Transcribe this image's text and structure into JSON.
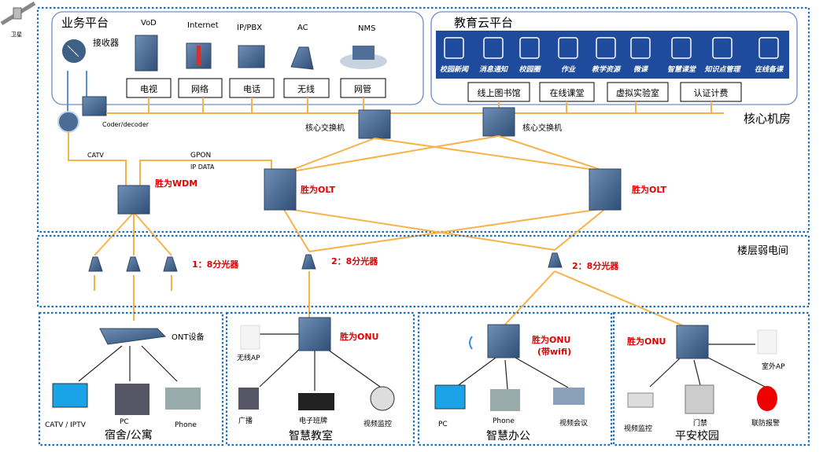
{
  "satellite_label": "卫星",
  "core_room": {
    "label": "核心机房",
    "business_platform": {
      "title": "业务平台",
      "receiver": "接收器",
      "coder": "Coder/decoder",
      "services": [
        {
          "name": "VoD",
          "label": "电视"
        },
        {
          "name": "Internet",
          "label": "网络"
        },
        {
          "name": "IP/PBX",
          "label": "电话"
        },
        {
          "name": "AC",
          "label": "无线"
        },
        {
          "name": "NMS",
          "label": "网管"
        }
      ]
    },
    "edu_cloud": {
      "title": "教育云平台",
      "banner_items": [
        "校园新闻",
        "消息通知",
        "校园圈",
        "作业",
        "教学资源",
        "微课",
        "智慧课堂",
        "知识点管理",
        "在线备课"
      ],
      "modules": [
        "线上图书馆",
        "在线课堂",
        "虚拟实验室",
        "认证计费"
      ]
    },
    "core_switch_label": "核心交换机",
    "catv": "CATV",
    "gpon": "GPON",
    "ip_data": "IP DATA",
    "wdm": "胜为WDM",
    "olt": "胜为OLT"
  },
  "floor": {
    "label": "楼层弱电间",
    "splitter_1_8": "1：8分光器",
    "splitter_2_8": "2：8分光器"
  },
  "zones": [
    {
      "title": "宿舍/公寓",
      "device": "ONT设备",
      "endpoints": [
        "CATV / IPTV",
        "PC",
        "Phone"
      ]
    },
    {
      "title": "智慧教室",
      "device": "胜为ONU",
      "ap": "无线AP",
      "endpoints": [
        "广播",
        "电子班牌",
        "视频监控"
      ]
    },
    {
      "title": "智慧办公",
      "device": "胜为ONU",
      "device_note": "(带wifi)",
      "endpoints": [
        "PC",
        "Phone",
        "视频会议"
      ]
    },
    {
      "title": "平安校园",
      "device": "胜为ONU",
      "ap": "室外AP",
      "endpoints": [
        "视频监控",
        "门禁",
        "联防报警"
      ]
    }
  ],
  "colors": {
    "fiber": "#f7b24a",
    "border": "#1a6fc0",
    "banner": "#1f4b9c",
    "highlight": "#e00000"
  }
}
